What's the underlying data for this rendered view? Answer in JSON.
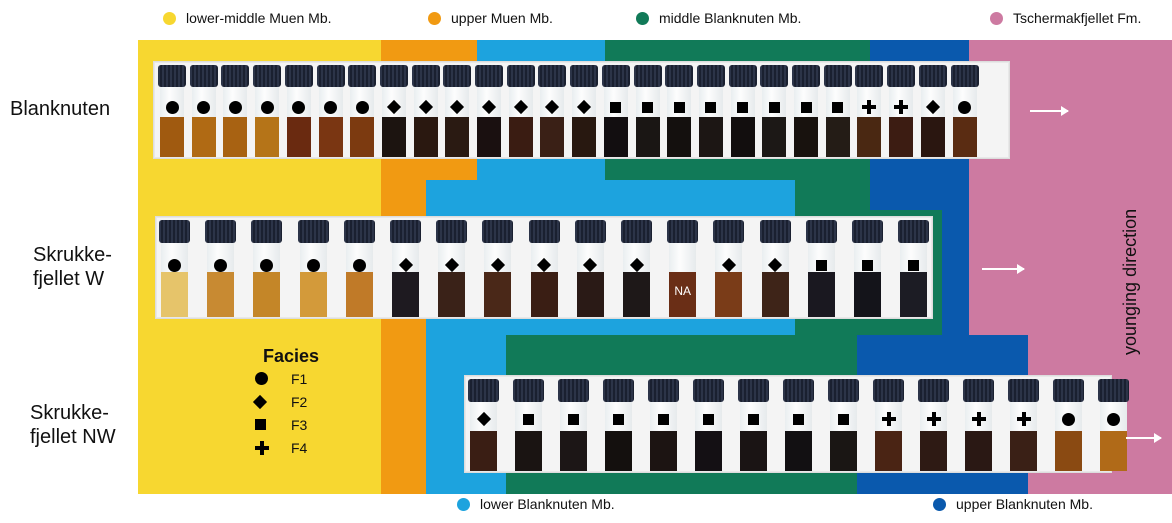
{
  "legend_top": [
    {
      "label": "lower-middle Muen Mb.",
      "color": "#f7d730"
    },
    {
      "label": "upper Muen Mb.",
      "color": "#f19a12"
    },
    {
      "label": "middle Blanknuten Mb.",
      "color": "#117a58"
    },
    {
      "label": "Tschermakfjellet Fm.",
      "color": "#cd7aa1"
    }
  ],
  "legend_bottom": [
    {
      "label": "lower Blanknuten Mb.",
      "color": "#1da3de"
    },
    {
      "label": "upper Blanknuten Mb.",
      "color": "#0a59ad"
    }
  ],
  "rows": [
    {
      "label_lines": [
        "Blanknuten"
      ],
      "vials": [
        "circle",
        "circle",
        "circle",
        "circle",
        "circle",
        "circle",
        "circle",
        "diamond",
        "diamond",
        "diamond",
        "diamond",
        "diamond",
        "diamond",
        "diamond",
        "square",
        "square",
        "square",
        "square",
        "square",
        "square",
        "square",
        "square",
        "cross",
        "cross",
        "diamond",
        "circle"
      ],
      "liquids": [
        "#a05a10",
        "#b06a14",
        "#a86212",
        "#b57418",
        "#6a2a10",
        "#7a3612",
        "#7c3a10",
        "#1c1410",
        "#2a1810",
        "#2a1a12",
        "#1a1010",
        "#3a1c12",
        "#3a2016",
        "#281810",
        "#120e10",
        "#1a1614",
        "#14100e",
        "#1c1614",
        "#120e0e",
        "#1c1816",
        "#18120e",
        "#241c16",
        "#4a2812",
        "#3c1c12",
        "#2a1610",
        "#5a2c12"
      ]
    },
    {
      "label_lines": [
        "Skrukke-",
        "fjellet W"
      ],
      "vials": [
        "circle",
        "circle",
        "circle",
        "circle",
        "circle",
        "diamond",
        "diamond",
        "diamond",
        "diamond",
        "diamond",
        "diamond",
        "",
        "diamond",
        "diamond",
        "square",
        "square",
        "square"
      ],
      "liquids": [
        "#e6c46a",
        "#c88a32",
        "#c48628",
        "#d39a3a",
        "#c07a28",
        "#1e1a20",
        "#3a2218",
        "#4a2818",
        "#3a1e14",
        "#2a1a16",
        "#1e1818",
        "#6a2e16",
        "#7a3c18",
        "#3e2418",
        "#1a1820",
        "#14141a",
        "#1c1c24"
      ],
      "na_index": 11,
      "na_text": "NA"
    },
    {
      "label_lines": [
        "Skrukke-",
        "fjellet NW"
      ],
      "vials": [
        "diamond",
        "square",
        "square",
        "square",
        "square",
        "square",
        "square",
        "square",
        "square",
        "cross",
        "cross",
        "cross",
        "cross",
        "circle",
        "circle"
      ],
      "liquids": [
        "#3a1e14",
        "#1a1412",
        "#1c1616",
        "#14100e",
        "#1c1412",
        "#141014",
        "#1a1414",
        "#121012",
        "#1a1614",
        "#4a2414",
        "#2e1a14",
        "#2a1814",
        "#3a2016",
        "#8a4a12",
        "#b06a18"
      ]
    }
  ],
  "facies": {
    "title": "Facies",
    "items": [
      {
        "symbol": "circle",
        "label": "F1"
      },
      {
        "symbol": "diamond",
        "label": "F2"
      },
      {
        "symbol": "square",
        "label": "F3"
      },
      {
        "symbol": "cross",
        "label": "F4"
      }
    ]
  },
  "younging_label": "younging direction"
}
